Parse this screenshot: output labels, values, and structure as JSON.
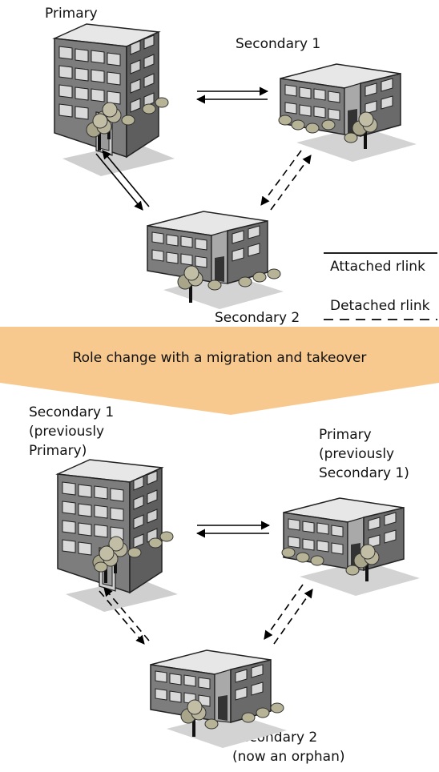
{
  "top": {
    "primary_label": "Primary",
    "secondary1_label": "Secondary 1",
    "secondary2_label": "Secondary 2"
  },
  "legend": {
    "attached_label": "Attached rlink",
    "detached_label": "Detached rlink"
  },
  "banner": {
    "label": "Role change with a migration and takeover",
    "color": "#f7c98f"
  },
  "bottom": {
    "left": {
      "line1": "Secondary 1",
      "line2": "(previously",
      "line3": "Primary)"
    },
    "right": {
      "line1": "Primary",
      "line2": "(previously",
      "line3": "Secondary 1)"
    },
    "lower": {
      "line1": "Secondary 2",
      "line2": "(now an orphan)"
    }
  },
  "icons": {
    "tall_building": "office-building-icon",
    "wide_building": "office-building-icon",
    "tree": "tree-icon",
    "shrub": "shrub-icon"
  }
}
